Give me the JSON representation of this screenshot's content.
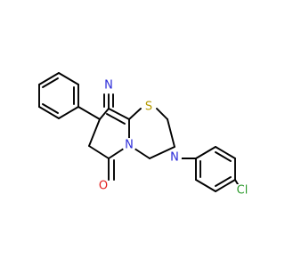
{
  "molecule": {
    "atoms": {
      "nitrile_n": {
        "symbol": "N",
        "color": "#2a2ad8"
      },
      "sulfur": {
        "symbol": "S",
        "color": "#b59a00"
      },
      "ring_n_upper": {
        "symbol": "N",
        "color": "#2a2ad8"
      },
      "ring_n_lower": {
        "symbol": "N",
        "color": "#2a2ad8"
      },
      "carbonyl_o": {
        "symbol": "O",
        "color": "#e32020"
      },
      "chlorine": {
        "symbol": "Cl",
        "color": "#2e9b2e"
      }
    }
  }
}
